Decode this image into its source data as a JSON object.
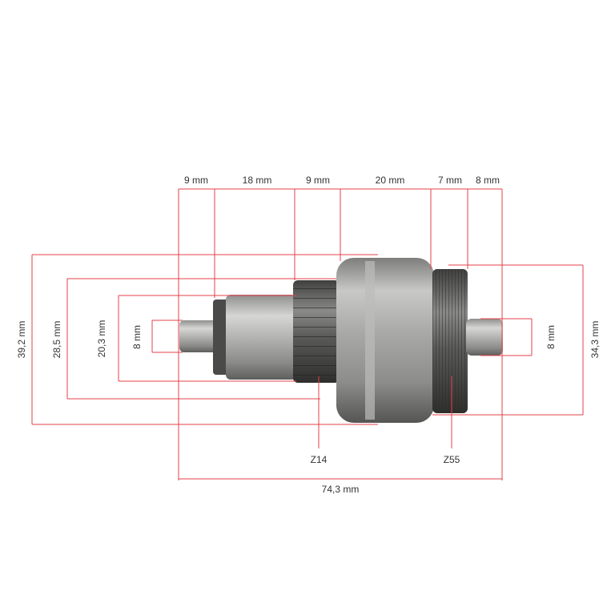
{
  "colors": {
    "dimension_line": "#e5404a",
    "metal_light": "#c9c9c7",
    "metal_mid": "#9a9a98",
    "metal_dark": "#5c5c5a",
    "gear_dark": "#4a4a48",
    "background": "#ffffff"
  },
  "dimensions": {
    "top": [
      "9 mm",
      "18 mm",
      "9 mm",
      "20 mm",
      "7 mm",
      "8 mm"
    ],
    "left": [
      "39,2 mm",
      "28,5 mm",
      "20,3 mm",
      "8 mm"
    ],
    "right": [
      "8 mm",
      "34,3 mm"
    ],
    "total_length": "74,3 mm"
  },
  "gears": {
    "small": "Z14",
    "large": "Z55"
  }
}
